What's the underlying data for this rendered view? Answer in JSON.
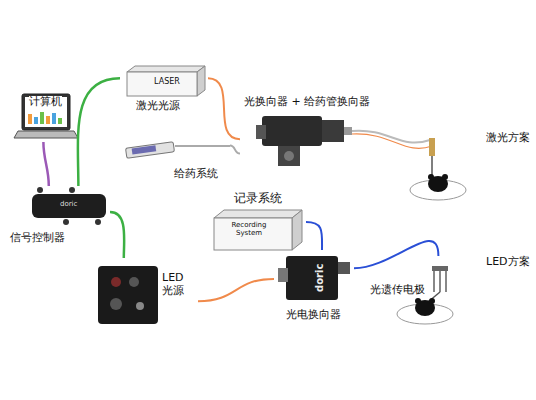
{
  "diagram": {
    "nodes": [
      {
        "text": [
          "计算机"
        ]
      },
      {
        "text": [
          "LASER",
          "激光光源"
        ]
      },
      {
        "text": [
          "光换向器 + 给药管换向器"
        ]
      },
      {
        "text": [
          "给药系统"
        ]
      },
      {
        "text": [
          "信号控制器"
        ]
      },
      {
        "text": [
          "记录系统",
          "Recording System"
        ]
      },
      {
        "text": [
          "LED 光源"
        ]
      },
      {
        "text": [
          "光电换向器"
        ]
      },
      {
        "text": [
          "光遗传电极"
        ]
      }
    ],
    "edges": [
      {
        "from": 0,
        "to": 4,
        "arrow": "none"
      },
      {
        "from": 4,
        "to": 1,
        "arrow": "none"
      },
      {
        "from": 1,
        "to": 2,
        "arrow": "none"
      },
      {
        "from": 3,
        "to": 2,
        "arrow": "none"
      },
      {
        "from": 4,
        "to": 6,
        "arrow": "none"
      },
      {
        "from": 6,
        "to": 7,
        "arrow": "none"
      },
      {
        "from": 5,
        "to": 7,
        "arrow": "none"
      },
      {
        "from": 7,
        "to": 8,
        "arrow": "none"
      }
    ],
    "labels": [
      "激光方案",
      "LED方案",
      "doric",
      "doric"
    ]
  }
}
